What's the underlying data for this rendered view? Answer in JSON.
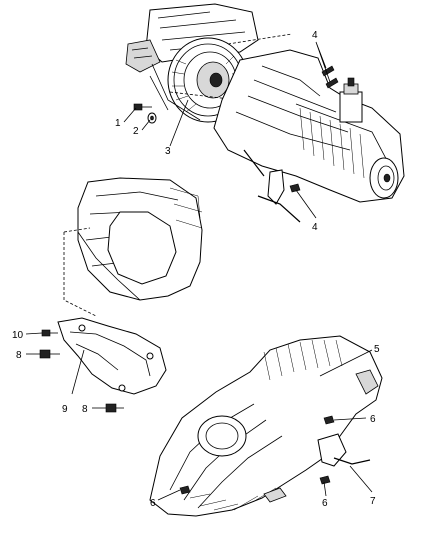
{
  "callouts": {
    "c1": "1",
    "c2": "2",
    "c3": "3",
    "c4a": "4",
    "c4b": "4",
    "c5": "5",
    "c6a": "6",
    "c6b": "6",
    "c6c": "6",
    "c7": "7",
    "c8a": "8",
    "c8b": "8",
    "c9": "9",
    "c10": "10"
  }
}
